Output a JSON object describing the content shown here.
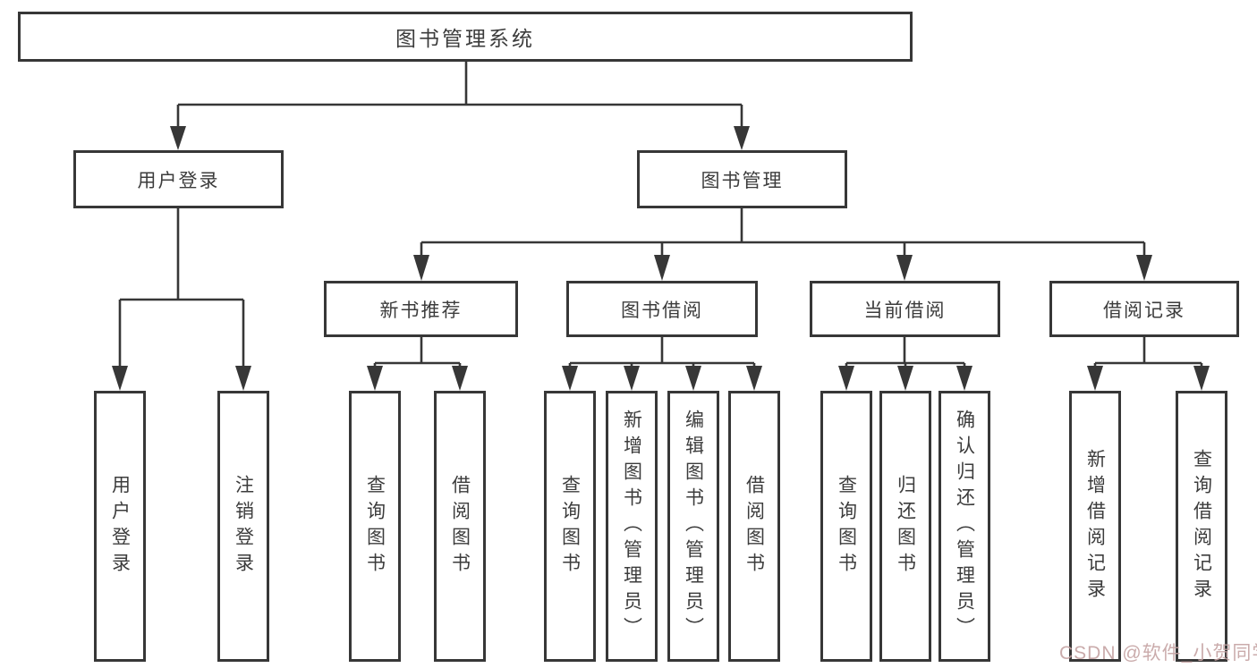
{
  "diagram": {
    "title": "图书管理系统",
    "nodes": {
      "root": "图书管理系统",
      "user_login": "用户登录",
      "book_management": "图书管理",
      "new_book_recommend": "新书推荐",
      "book_borrow": "图书借阅",
      "current_borrow": "当前借阅",
      "borrow_record": "借阅记录",
      "ul_user_login": "用户登录",
      "ul_logout": "注销登录",
      "nb_query_book": "查询图书",
      "nb_borrow_book": "借阅图书",
      "bb_query_book": "查询图书",
      "bb_add_book": "新增图书（管理员）",
      "bb_edit_book": "编辑图书（管理员）",
      "bb_borrow_book": "借阅图书",
      "cb_query_book": "查询图书",
      "cb_return_book": "归还图书",
      "cb_confirm_return": "确认归还（管理员）",
      "br_add_record": "新增借阅记录",
      "br_query_record": "查询借阅记录"
    },
    "structure": {
      "图书管理系统": [
        "用户登录",
        "图书管理"
      ],
      "用户登录": [
        "用户登录",
        "注销登录"
      ],
      "图书管理": [
        "新书推荐",
        "图书借阅",
        "当前借阅",
        "借阅记录"
      ],
      "新书推荐": [
        "查询图书",
        "借阅图书"
      ],
      "图书借阅": [
        "查询图书",
        "新增图书（管理员）",
        "编辑图书（管理员）",
        "借阅图书"
      ],
      "当前借阅": [
        "查询图书",
        "归还图书",
        "确认归还（管理员）"
      ],
      "借阅记录": [
        "新增借阅记录",
        "查询借阅记录"
      ]
    },
    "colors": {
      "line": "#373737",
      "box_border": "#373737",
      "text": "#3c3c3c",
      "background": "#ffffff",
      "watermark": "#c5a3a3"
    },
    "watermark": "CSDN @软件_小贺同学"
  }
}
